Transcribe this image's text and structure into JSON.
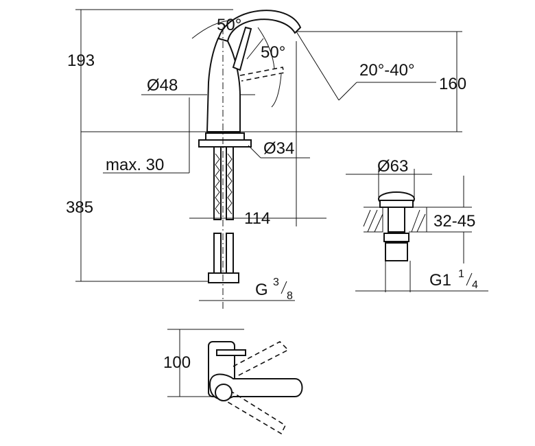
{
  "dimensions": {
    "height_above": "193",
    "spout_angle_top": "50°",
    "lever_angle": "50°",
    "spout_tilt": "20°-40°",
    "spout_height": "160",
    "body_diameter": "Ø48",
    "hole_diameter": "Ø34",
    "max_deck": "max. 30",
    "hose_length": "385",
    "spout_reach": "114",
    "inlet_thread": "G",
    "inlet_num": "3",
    "inlet_den": "8",
    "waste_diameter": "Ø63",
    "waste_range": "32-45",
    "waste_thread": "G1",
    "waste_num": "1",
    "waste_den": "4",
    "plan_depth": "100"
  }
}
